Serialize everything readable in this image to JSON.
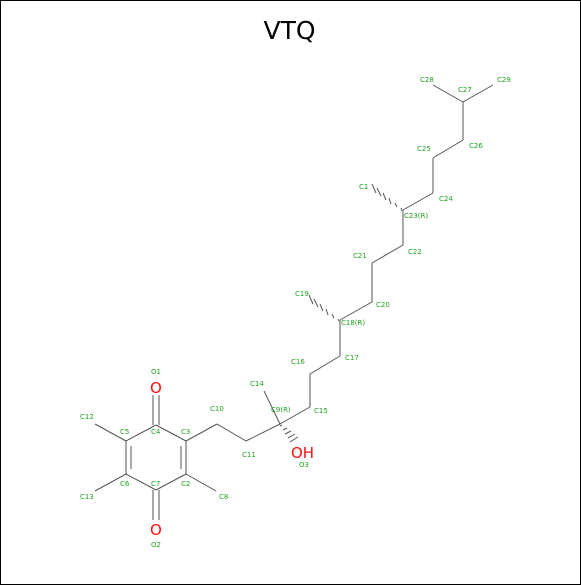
{
  "title": "VTQ",
  "colors": {
    "bond": "#555555",
    "atom_label": "#1fa31f",
    "oxygen": "#ff0d0d",
    "title": "#000000"
  },
  "atom_labels": [
    "O1",
    "C4",
    "C5",
    "C3",
    "C12",
    "C10",
    "C11",
    "C6",
    "C7",
    "C2",
    "C13",
    "C8",
    "O2",
    "C14",
    "C9(R)",
    "C15",
    "O3",
    "C16",
    "C17",
    "C19",
    "C18(R)",
    "C20",
    "C21",
    "C22",
    "C1",
    "C23(R)",
    "C24",
    "C25",
    "C26",
    "C28",
    "C27",
    "C29"
  ],
  "heteroatoms": {
    "oxygen_top": "O",
    "oxygen_bottom": "O",
    "hydroxyl": "OH"
  }
}
